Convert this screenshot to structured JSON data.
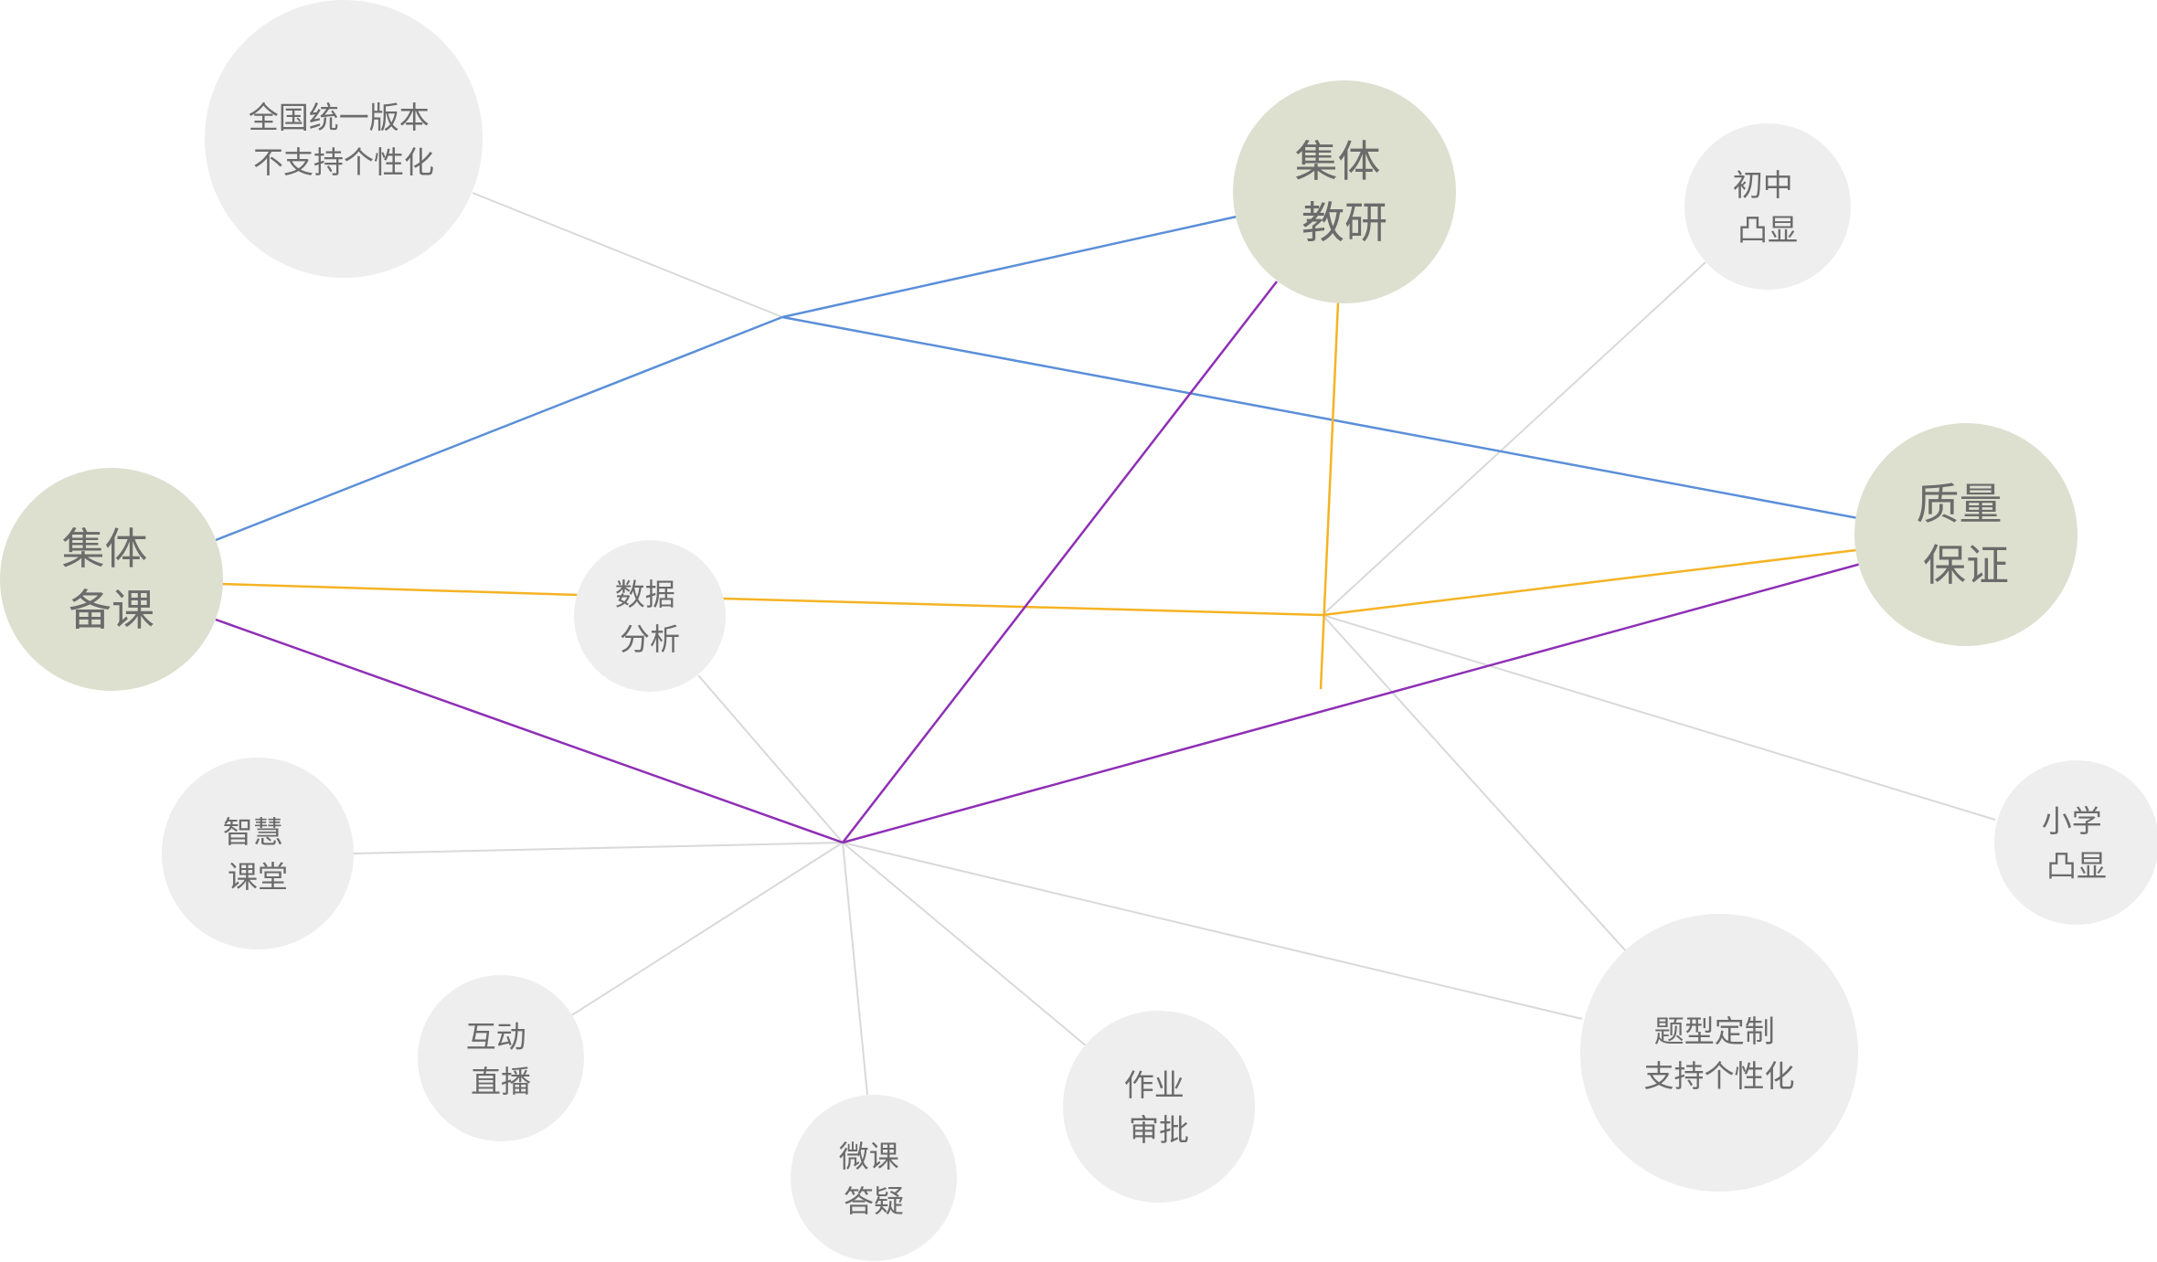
{
  "colors": {
    "major_node_fill": "#dde0cf",
    "minor_node_fill": "#eeeeee",
    "label_text": "#6b6b6b",
    "line_gray": "#d9d9d9",
    "line_blue": "#5b8fd8",
    "line_orange": "#f5b324",
    "line_purple": "#8e2fb5"
  },
  "nodes": {
    "national": {
      "kind": "minor",
      "lines": [
        "全国统一版本",
        "不支持个性化"
      ]
    },
    "research": {
      "kind": "major",
      "lines": [
        "集体",
        "教研"
      ]
    },
    "junior": {
      "kind": "minor",
      "lines": [
        "初中",
        "凸显"
      ]
    },
    "prep": {
      "kind": "major",
      "lines": [
        "集体",
        "备课"
      ]
    },
    "data": {
      "kind": "minor",
      "lines": [
        "数据",
        "分析"
      ]
    },
    "quality": {
      "kind": "major",
      "lines": [
        "质量",
        "保证"
      ]
    },
    "smart": {
      "kind": "minor",
      "lines": [
        "智慧",
        "课堂"
      ]
    },
    "primary": {
      "kind": "minor",
      "lines": [
        "小学",
        "凸显"
      ]
    },
    "live": {
      "kind": "minor",
      "lines": [
        "互动",
        "直播"
      ]
    },
    "custom": {
      "kind": "minor",
      "lines": [
        "题型定制",
        "支持个性化"
      ]
    },
    "homework": {
      "kind": "minor",
      "lines": [
        "作业",
        "审批"
      ]
    },
    "microqa": {
      "kind": "minor",
      "lines": [
        "微课",
        "答疑"
      ]
    }
  }
}
